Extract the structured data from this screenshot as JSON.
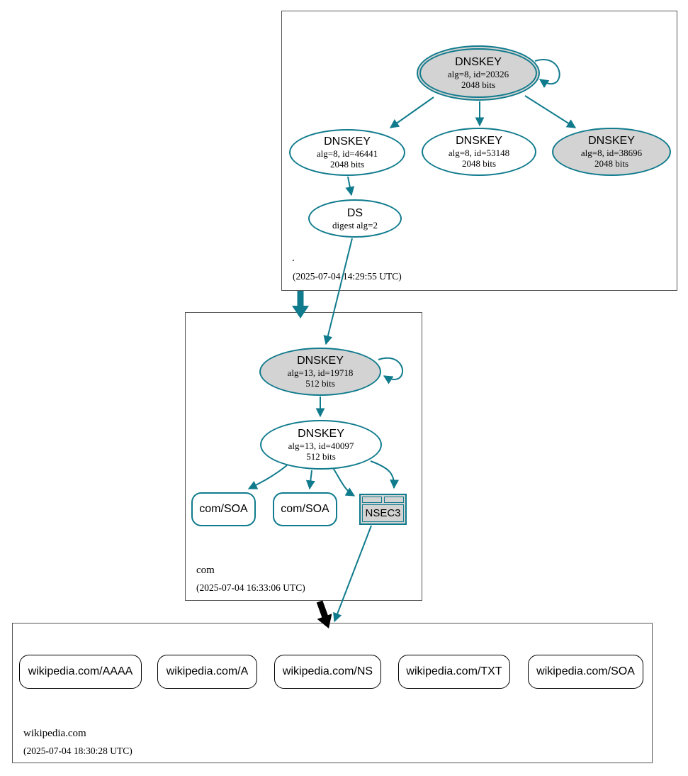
{
  "colors": {
    "edge_secure_teal": "#107b8d",
    "edge_insecure_black": "#000000",
    "node_fill_gray": "#d3d3d3",
    "node_fill_white": "#ffffff",
    "zone_border_gray": "#555555"
  },
  "zones": {
    "root": {
      "label": ".",
      "timestamp": "(2025-07-04 14:29:55 UTC)",
      "nodes": {
        "ksk": {
          "title": "DNSKEY",
          "detail1": "alg=8, id=20326",
          "detail2": "2048 bits"
        },
        "zsk_a": {
          "title": "DNSKEY",
          "detail1": "alg=8, id=46441",
          "detail2": "2048 bits"
        },
        "zsk_b": {
          "title": "DNSKEY",
          "detail1": "alg=8, id=53148",
          "detail2": "2048 bits"
        },
        "zsk_c": {
          "title": "DNSKEY",
          "detail1": "alg=8, id=38696",
          "detail2": "2048 bits"
        },
        "ds": {
          "title": "DS",
          "detail1": "digest alg=2"
        }
      }
    },
    "com": {
      "label": "com",
      "timestamp": "(2025-07-04 16:33:06 UTC)",
      "nodes": {
        "ksk": {
          "title": "DNSKEY",
          "detail1": "alg=13, id=19718",
          "detail2": "512 bits"
        },
        "zsk": {
          "title": "DNSKEY",
          "detail1": "alg=13, id=40097",
          "detail2": "512 bits"
        },
        "soa1": {
          "label": "com/SOA"
        },
        "soa2": {
          "label": "com/SOA"
        },
        "nsec3": {
          "label": "NSEC3"
        }
      }
    },
    "wikipedia": {
      "label": "wikipedia.com",
      "timestamp": "(2025-07-04 18:30:28 UTC)",
      "rrsets": [
        {
          "label": "wikipedia.com/AAAA"
        },
        {
          "label": "wikipedia.com/A"
        },
        {
          "label": "wikipedia.com/NS"
        },
        {
          "label": "wikipedia.com/TXT"
        },
        {
          "label": "wikipedia.com/SOA"
        }
      ]
    }
  }
}
